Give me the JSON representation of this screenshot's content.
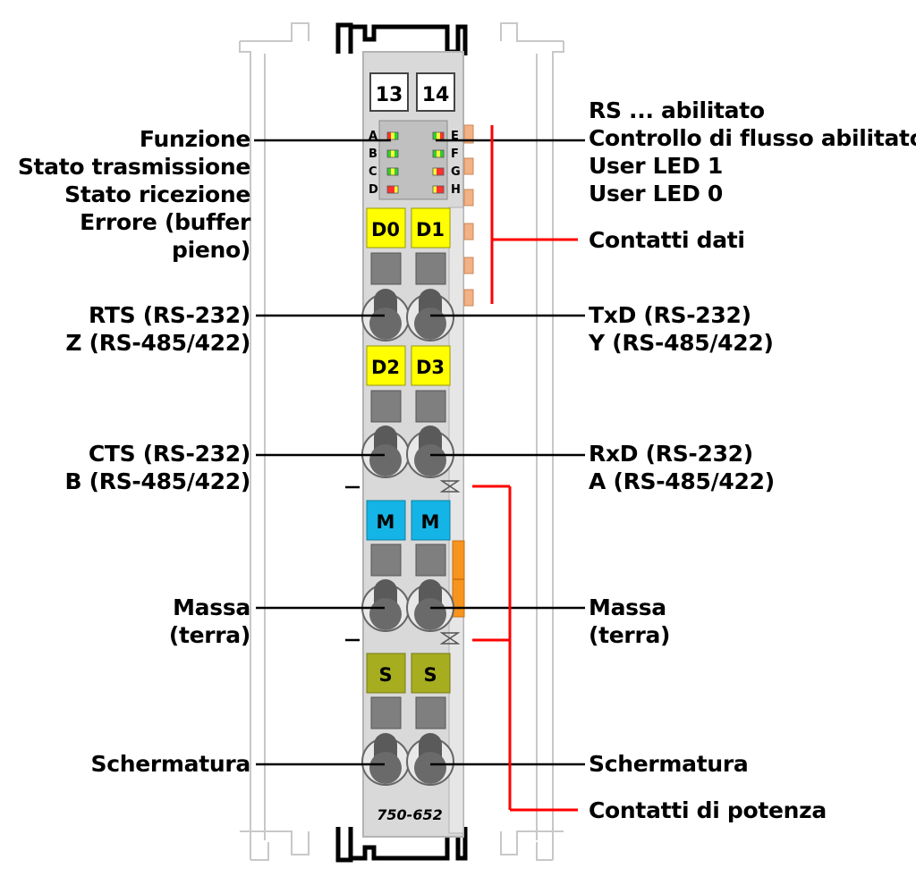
{
  "terminal_numbers": [
    "13",
    "14"
  ],
  "led_letters_left": [
    "A",
    "B",
    "C",
    "D"
  ],
  "led_letters_right": [
    "E",
    "F",
    "G",
    "H"
  ],
  "contact_labels": {
    "data_row_1": [
      "D0",
      "D1"
    ],
    "data_row_2": [
      "D2",
      "D3"
    ],
    "ground_row": [
      "M",
      "M"
    ],
    "shield_row": [
      "S",
      "S"
    ]
  },
  "part_number": "750-652",
  "left_labels": {
    "leds": [
      "Funzione",
      "Stato trasmissione",
      "Stato ricezione",
      "Errore (buffer",
      "pieno)"
    ],
    "rts": [
      "RTS (RS-232)",
      "Z (RS-485/422)"
    ],
    "cts": [
      "CTS (RS-232)",
      "B (RS-485/422)"
    ],
    "ground": [
      "Massa",
      "(terra)"
    ],
    "shield": "Schermatura"
  },
  "right_labels": {
    "leds": [
      "RS ... abilitato",
      "Controllo di flusso abilitato",
      "User LED 1",
      "User LED 0"
    ],
    "data_contacts": "Contatti dati",
    "txd": [
      "TxD (RS-232)",
      "Y (RS-485/422)"
    ],
    "rxd": [
      "RxD (RS-232)",
      "A (RS-485/422)"
    ],
    "ground": [
      "Massa",
      "(terra)"
    ],
    "shield": "Schermatura",
    "power_contacts": "Contatti di potenza"
  },
  "colors": {
    "module_body": "#d9d9d9",
    "module_outline": "#b3b3b3",
    "ghost_outline": "#c8c8c8",
    "data_contact_yellow": "#ffff00",
    "ground_contact_blue": "#14b4e6",
    "shield_contact_olive": "#a6ad1f",
    "contact_slot": "#7f7f7f",
    "power_contact_orange": "#f7941d",
    "bracket_red": "#ff0000",
    "data_contact_pad": "#f4b183",
    "label_text": "#000000"
  }
}
